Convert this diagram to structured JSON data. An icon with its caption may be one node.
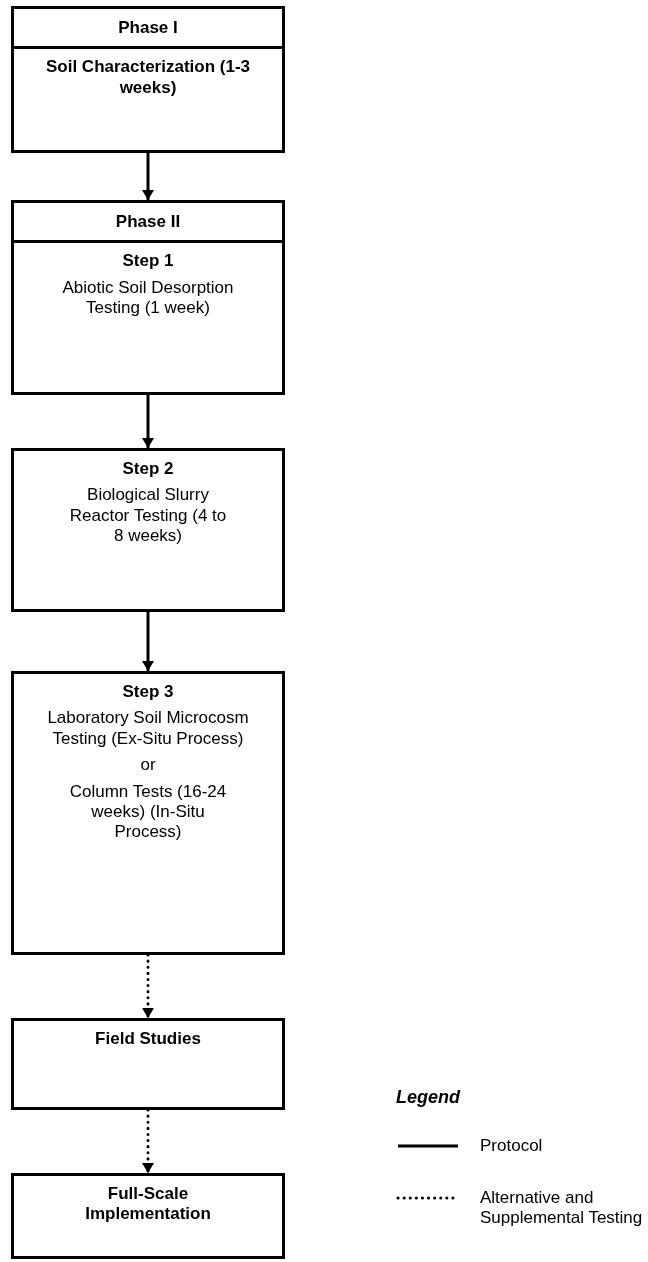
{
  "diagram": {
    "nodes": [
      {
        "text": [
          "Phase I",
          "Soil Characterization (1-3 weeks)"
        ]
      },
      {
        "text": [
          "Phase II",
          "Step 1",
          "Abiotic Soil Desorption Testing (1 week)"
        ]
      },
      {
        "text": [
          "Step 2",
          "Biological Slurry Reactor Testing (4 to 8 weeks)"
        ]
      },
      {
        "text": [
          "Step 3",
          "Laboratory Soil Microcosm Testing (Ex-Situ Process)",
          "or",
          "Column Tests (16-24 weeks) (In-Situ Process)"
        ]
      },
      {
        "text": [
          "Field Studies"
        ]
      },
      {
        "text": [
          "Full-Scale Implementation"
        ]
      }
    ],
    "edges": [
      {
        "from": 0,
        "to": 1,
        "arrow": "to"
      },
      {
        "from": 1,
        "to": 2,
        "arrow": "to"
      },
      {
        "from": 2,
        "to": 3,
        "arrow": "to"
      },
      {
        "from": 3,
        "to": 4,
        "arrow": "to",
        "style": "dashed"
      },
      {
        "from": 4,
        "to": 5,
        "arrow": "to",
        "style": "dashed"
      }
    ],
    "labels": [
      "Legend"
    ],
    "legend": [
      {
        "text": "Protocol"
      },
      {
        "text": "Alternative and Supplemental Testing"
      }
    ]
  }
}
